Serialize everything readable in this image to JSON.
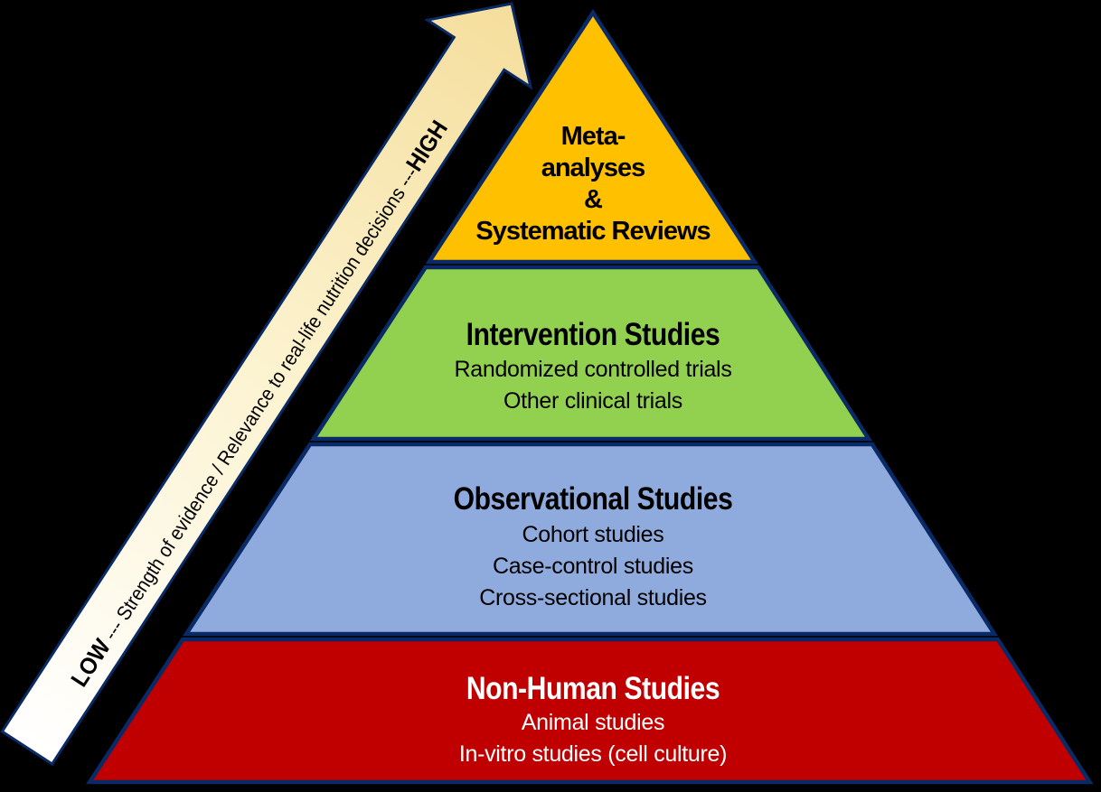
{
  "diagram": {
    "background": "#000000",
    "border_color": "#0A2A66"
  },
  "arrow": {
    "low_label": "LOW",
    "middle_label": " --- Strength of evidence / Relevance to real-life nutrition decisions ---",
    "high_label": "HIGH",
    "gradient_start": "#FFFFFF",
    "gradient_mid": "#FCF3D0",
    "gradient_end": "#F5DE9C"
  },
  "tiers": [
    {
      "id": "meta-analyses",
      "color": "#FFC000",
      "text_color": "#000000",
      "lines": [
        "Meta-",
        "analyses",
        "&",
        "Systematic Reviews"
      ]
    },
    {
      "id": "intervention-studies",
      "color": "#92D050",
      "text_color": "#000000",
      "heading": "Intervention Studies",
      "items": [
        "Randomized controlled trials",
        "Other clinical trials"
      ]
    },
    {
      "id": "observational-studies",
      "color": "#8FAADC",
      "text_color": "#000000",
      "heading": "Observational Studies",
      "items": [
        "Cohort studies",
        "Case-control studies",
        "Cross-sectional studies"
      ]
    },
    {
      "id": "non-human-studies",
      "color": "#C00000",
      "text_color": "#FFFFFF",
      "heading": "Non-Human Studies",
      "items": [
        "Animal studies",
        "In-vitro studies (cell culture)"
      ]
    }
  ]
}
